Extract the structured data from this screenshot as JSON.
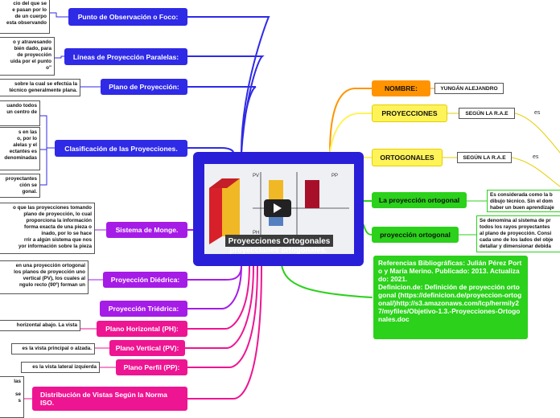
{
  "central": {
    "image_title": "Proyecciones Ortogonales",
    "caption": "proyecciones ortogonales.",
    "image_labels": {
      "pv": "PV",
      "pp": "PP",
      "ph": "PH"
    },
    "play_icon": "play-icon"
  },
  "left_nodes": [
    {
      "label": "Punto de Observación o Foco:",
      "color": "blue",
      "note": "cio del que se\ne pasan por lo\nde un cuerpo\nesta observando"
    },
    {
      "label": "Líneas de Proyección Paralelas:",
      "color": "blue",
      "note": "o y atravesando\nbién dado, para\nde proyección\nuida por el punto\no\""
    },
    {
      "label": "Plano de Proyección:",
      "color": "blue",
      "note": "sobre la cual se efectúa la\ntécnico generalmente plana."
    },
    {
      "label": "Clasificación de las Proyecciones.",
      "color": "blue",
      "notes": [
        "uando todos\nun centro de",
        "s en las\no, por lo\nalelas y el\nectantes es\ndenominadas",
        "proyectantes\nción se\ngonal."
      ]
    },
    {
      "label": "Sistema de Monge.",
      "color": "purple",
      "note": "o que las proyecciones tomando\nplano de proyección, lo cual\nproporciona la información\nforma exacta de una pieza o\ninado, por lo se hace\nrrir a algún sistema que nos\nyor información sobre la pieza"
    },
    {
      "label": "Proyección Diédrica:",
      "color": "purple",
      "note": "en una proyección ortogonal\nlos planos de proyección uno\nvertical (PV), los cuales al\nngulo recto (90º) forman un"
    },
    {
      "label": "Proyección Triédrica:",
      "color": "purple"
    },
    {
      "label": "Plano Horizontal (PH):",
      "color": "pink",
      "note": "horizontal abajo. La vista"
    },
    {
      "label": "Plano Vertical (PV):",
      "color": "pink",
      "note": "es la vista principal o alzada."
    },
    {
      "label": "Plano Perfil (PP):",
      "color": "pink",
      "note": "es la vista lateral izquierda"
    },
    {
      "label": "Distribución de Vistas Según la Norma ISO.",
      "color": "pink",
      "note": "las\n\nse\ns"
    }
  ],
  "right_nodes": {
    "nombre": {
      "label": "NOMBRE:",
      "value": "YUNGÁN ALEJANDRO"
    },
    "proyecciones": {
      "label": "PROYECCIONES",
      "tag": "SEGÚN LA R.A.E",
      "link": "es"
    },
    "ortogonales": {
      "label": "ORTOGONALES",
      "tag": "SEGÚN LA R.A.E",
      "link": "es"
    },
    "la_proyeccion": {
      "label": "La proyección ortogonal",
      "note": "Es considerada como la b\ndibujo técnico. Sin el dom\nhaber un buen aprendizaje"
    },
    "proyeccion": {
      "label": "proyección ortogonal",
      "note": "Se denomina al sistema de pr\ntodos los rayos proyectantes\nal plano de proyección. Consi\ncada uno de los lados del obje\ndetallar y dimensionar debida"
    },
    "referencias": "Referencias Bibliográficas:  Julián Pérez Porto y María Merino. Publicado: 2013. Actualizado: 2021.\nDefinicion.de: Definición de proyección ortogonal (https://definicion.de/proyeccion-ortogonal/)http://s3.amazonaws.com/lcp/hermily27/myfiles/Objetivo-1.3.-Proyecciones-Ortogonales.doc"
  },
  "colors": {
    "blue": "#2f2ae6",
    "purple": "#a51ce6",
    "pink": "#ee1592",
    "orange": "#ff9400",
    "yellow": "#fff35a",
    "green": "#2bd11b",
    "central": "#2a1fd8"
  }
}
